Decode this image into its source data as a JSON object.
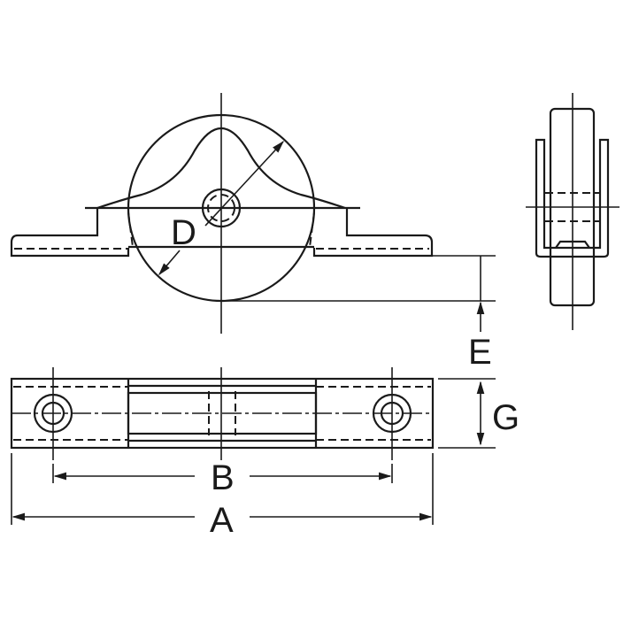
{
  "diagram": {
    "type": "technical-drawing",
    "subject": "sliding door roller (wheel with bracket)",
    "views": [
      "front-view",
      "side-view",
      "bottom-view"
    ],
    "line_color": "#1a1a1a",
    "background": "#ffffff"
  },
  "dimensions": {
    "A": "A",
    "B": "B",
    "D": "D",
    "E": "E",
    "G": "G"
  }
}
